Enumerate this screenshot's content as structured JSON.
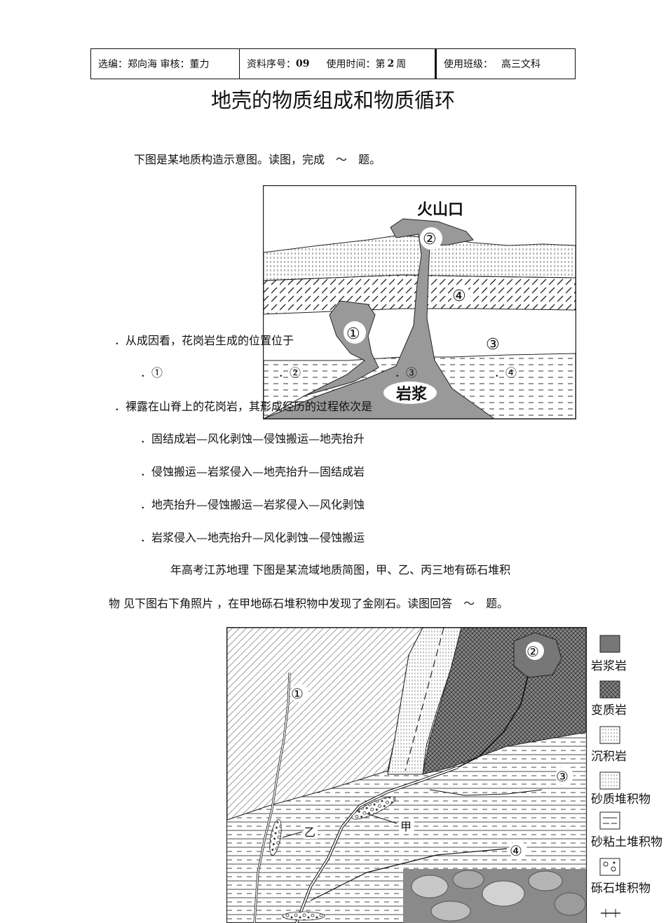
{
  "header": {
    "editor": "选编：郑向海  审核：董力",
    "doc_no_label": "资料序号：",
    "doc_no": "09",
    "time_label": "使用时间：第",
    "week": "2",
    "week_unit": "周",
    "class_label": "使用班级：",
    "class_name": "高三文科"
  },
  "title": "地壳的物质组成和物质循环",
  "intro": "下图是某地质构造示意图。读图，完成　～　题。",
  "fig1": {
    "vent": "火山口",
    "c1": "①",
    "c2": "②",
    "c3": "③",
    "c4": "④",
    "magma": "岩浆"
  },
  "q1": {
    "stem": "．从成因看，花岗岩生成的位置位于",
    "options": [
      "．①",
      "．②",
      "．③",
      "．④"
    ]
  },
  "q2": {
    "stem": "．裸露在山脊上的花岗岩，其形成经历的过程依次是",
    "options": [
      "．固结成岩—风化剥蚀—侵蚀搬运—地壳抬升",
      "．侵蚀搬运—岩浆侵入—地壳抬升—固结成岩",
      "．地壳抬升—侵蚀搬运—岩浆侵入—风化剥蚀",
      "．岩浆侵入—地壳抬升—风化剥蚀—侵蚀搬运"
    ]
  },
  "intro2": {
    "line1": "年高考江苏地理  下图是某流域地质简图，甲、乙、丙三地有砾石堆积",
    "line2": "物  见下图右下角照片 ，在甲地砾石堆积物中发现了金刚石。读图回答　～　题。"
  },
  "fig2": {
    "c1": "①",
    "c2": "②",
    "c3": "③",
    "c4": "④",
    "jia": "甲",
    "yi": "乙",
    "legend": [
      "岩浆岩",
      "变质岩",
      "沉积岩",
      "砂质堆积物",
      "砂粘土堆积物",
      "砾石堆积物"
    ]
  }
}
